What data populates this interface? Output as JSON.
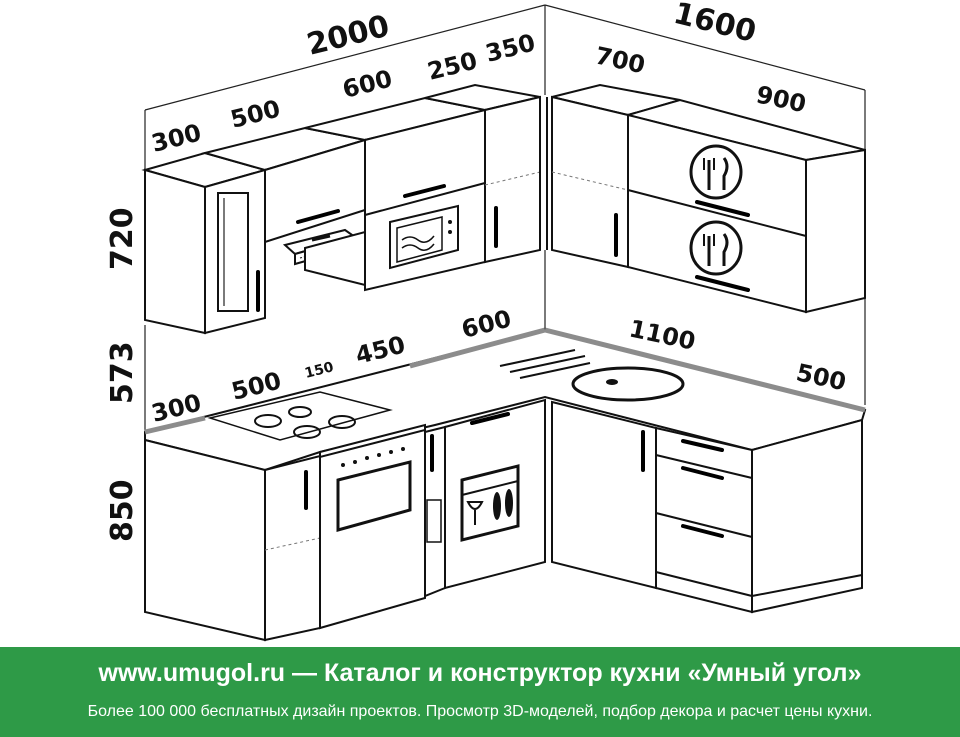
{
  "dimensions": {
    "top_left_total": "2000",
    "top_right_total": "1600",
    "upper_left": [
      "300",
      "500",
      "600",
      "250",
      "350"
    ],
    "upper_right": [
      "700",
      "900"
    ],
    "height_upper": "720",
    "height_gap": "573",
    "height_base": "850",
    "lower_left": [
      "300",
      "500",
      "150",
      "450",
      "600"
    ],
    "lower_right": [
      "1100",
      "500"
    ]
  },
  "footer": {
    "title": "www.umugol.ru — Каталог и конструктор кухни «Умный угол»",
    "subtitle": "Более 100 000 бесплатных дизайн проектов. Просмотр 3D-моделей, подбор декора и расчет цены кухни."
  },
  "colors": {
    "footer_bg": "#2e9a47",
    "line": "#111111",
    "counter_edge": "#8c8c8c"
  },
  "icons": [
    "plate-fork-knife-icon",
    "microwave-icon",
    "cooktop-burners-icon",
    "oven-icon",
    "dishwasher-icon",
    "sink-icon"
  ]
}
